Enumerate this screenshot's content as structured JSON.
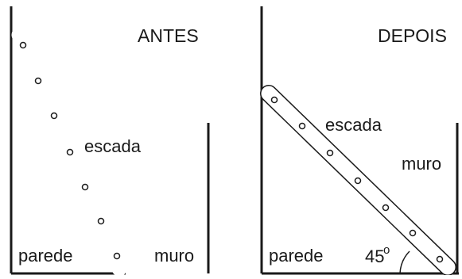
{
  "left_panel": {
    "title": "ANTES",
    "ladder_label": "escada",
    "wall_label": "parede",
    "fence_label": "muro"
  },
  "right_panel": {
    "title": "DEPOIS",
    "ladder_label": "escada",
    "wall_label": "parede",
    "fence_label": "muro",
    "angle_label": "45",
    "angle_unit": "o"
  }
}
